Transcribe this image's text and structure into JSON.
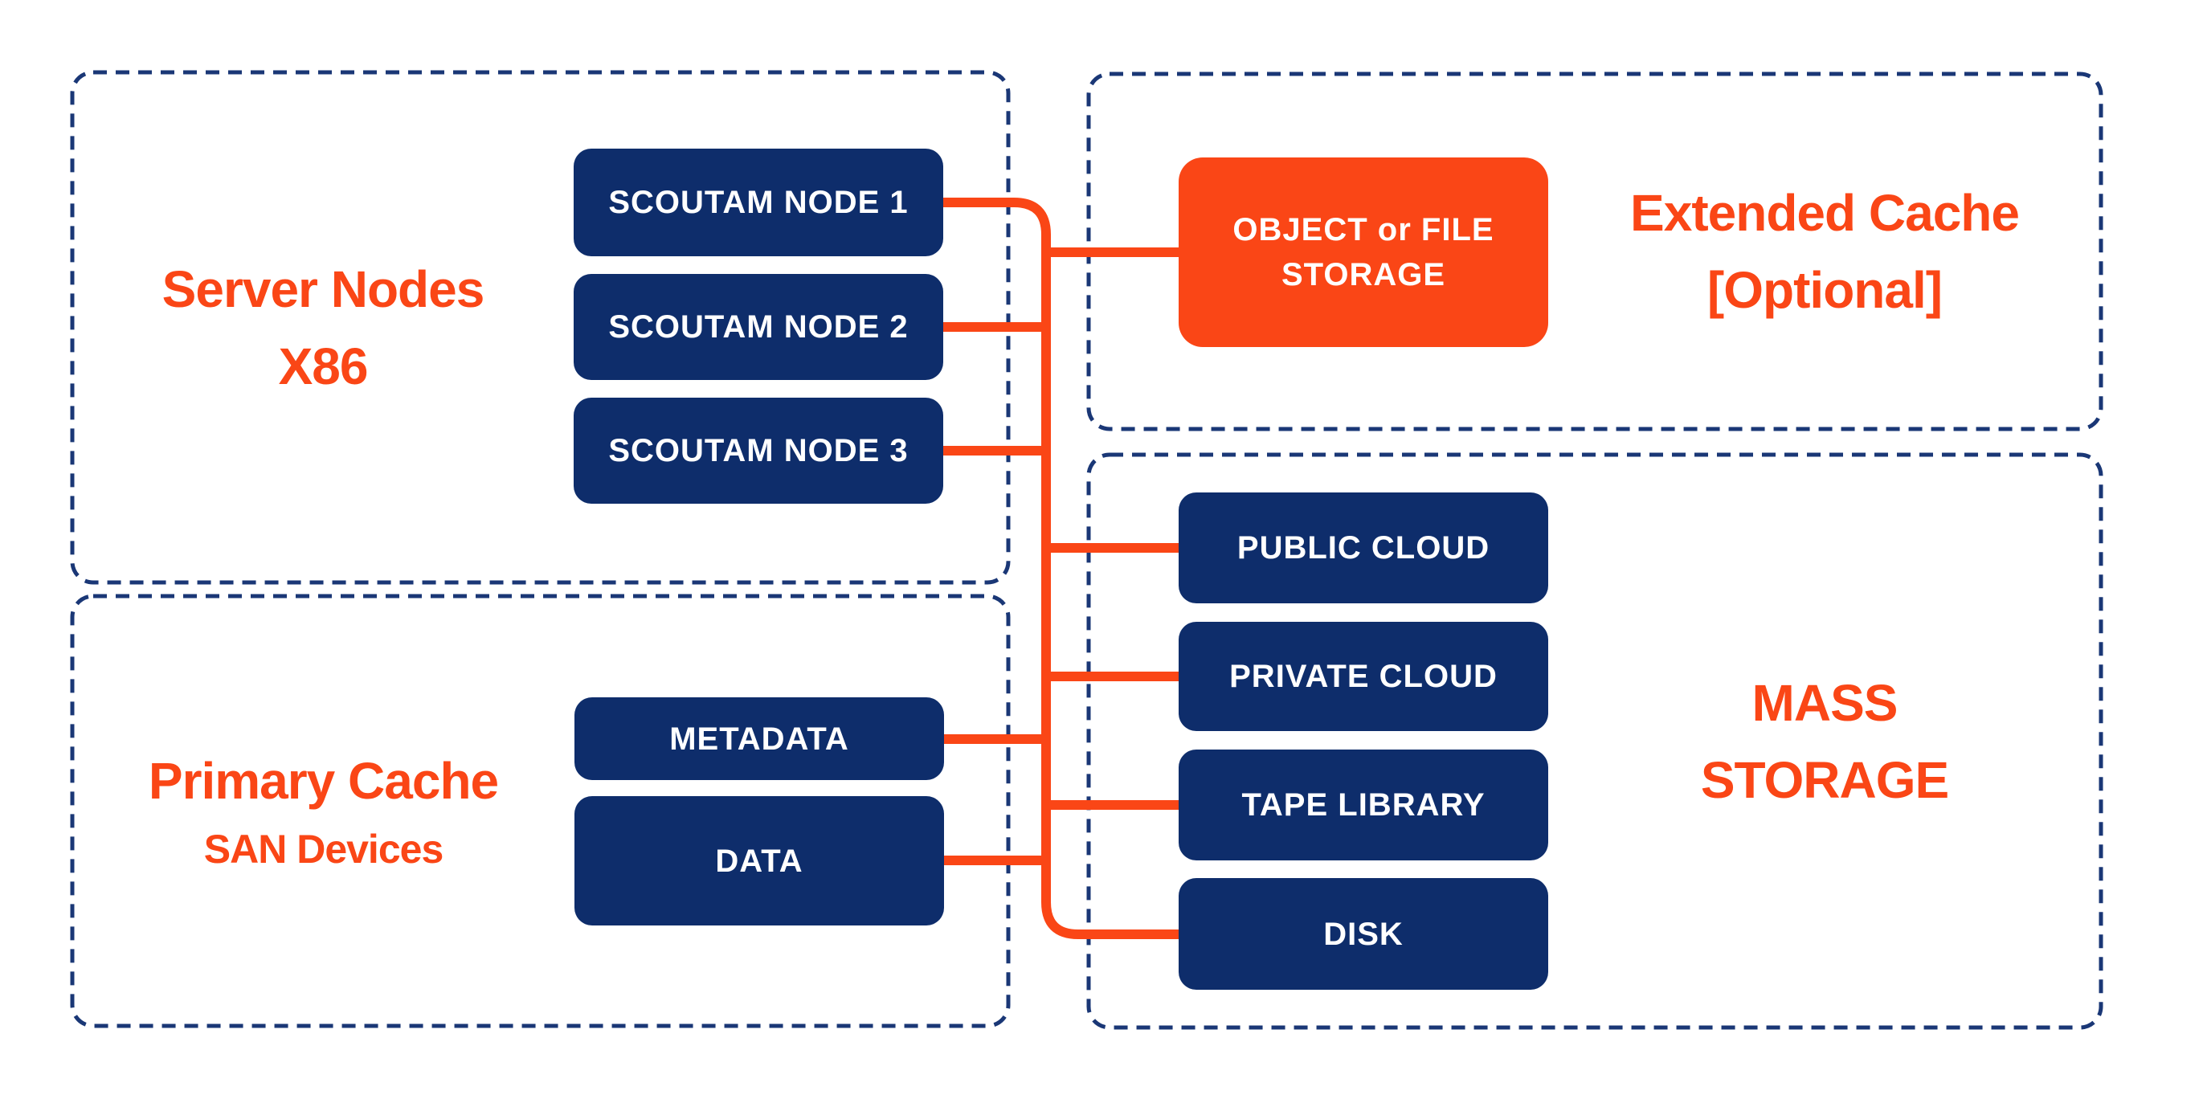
{
  "colors": {
    "background": "#ffffff",
    "navy_fill": "#0e2d6b",
    "navy_dash": "#1a3776",
    "orange": "#fa4616",
    "box_text": "#ffffff"
  },
  "groups": {
    "server_nodes": {
      "title": [
        "Server Nodes",
        "X86"
      ],
      "items": [
        {
          "label": "SCOUTAM NODE 1"
        },
        {
          "label": "SCOUTAM NODE 2"
        },
        {
          "label": "SCOUTAM NODE 3"
        }
      ]
    },
    "extended_cache": {
      "title": [
        "Extended Cache",
        "[Optional]"
      ],
      "items": [
        {
          "label": "OBJECT or FILE STORAGE"
        }
      ]
    },
    "primary_cache": {
      "title": [
        "Primary Cache",
        "SAN Devices"
      ],
      "items": [
        {
          "label": "METADATA"
        },
        {
          "label": "DATA"
        }
      ]
    },
    "mass_storage": {
      "title": [
        "MASS",
        "STORAGE"
      ],
      "items": [
        {
          "label": "PUBLIC CLOUD"
        },
        {
          "label": "PRIVATE CLOUD"
        },
        {
          "label": "TAPE LIBRARY"
        },
        {
          "label": "DISK"
        }
      ]
    }
  }
}
